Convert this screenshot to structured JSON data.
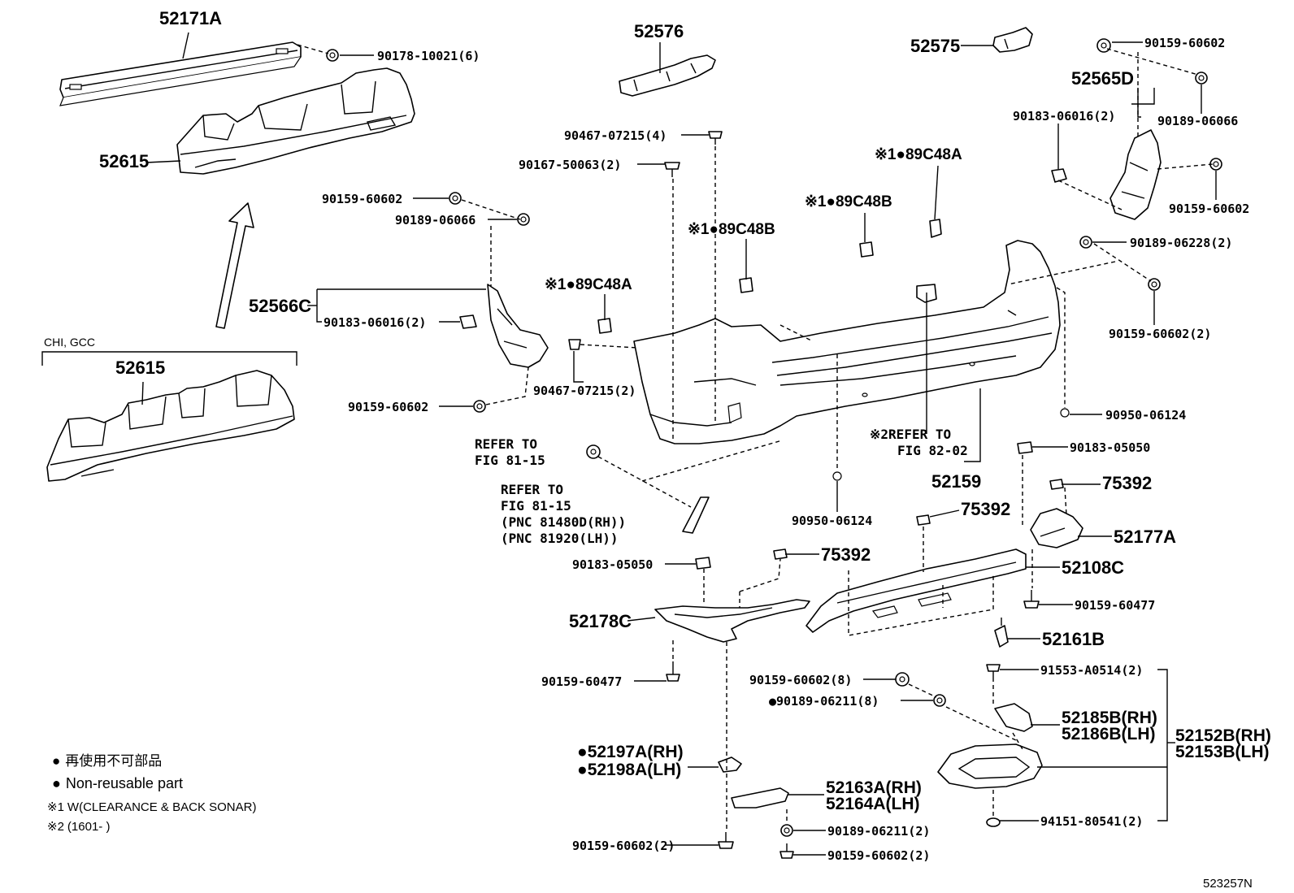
{
  "labels": {
    "p52171A": "52171A",
    "p90178": "90178-10021(6)",
    "p52615_top": "52615",
    "chi_gcc": "CHI, GCC",
    "p52615_chi": "52615",
    "p52576": "52576",
    "p52575": "52575",
    "p90159_tr": "90159-60602",
    "p52565D": "52565D",
    "p90183_tr": "90183-06016(2)",
    "p90189_tr": "90189-06066",
    "p90159_tr2": "90159-60602",
    "p90189_06228": "90189-06228(2)",
    "p90159_2_r": "90159-60602(2)",
    "p90467_top": "90467-07215(4)",
    "p90167": "90167-50063(2)",
    "p89C48A_top": "89C48A",
    "p89C48B_mid": "89C48B",
    "p89C48B_left": "89C48B",
    "p89C48A_left": "89C48A",
    "p90159_left": "90159-60602",
    "p90189_left": "90189-06066",
    "p52566C": "52566C",
    "p90183_left": "90183-06016(2)",
    "p90159_left2": "90159-60602",
    "p90467_mid": "90467-07215(2)",
    "p90950_r": "90950-06124",
    "refer_fig82_1": "REFER TO",
    "refer_fig82_2": "FIG 82-02",
    "p52159": "52159",
    "p90183_05050_r": "90183-05050",
    "p75392_r": "75392",
    "p52177A": "52177A",
    "refer1_1": "REFER TO",
    "refer1_2": "FIG 81-15",
    "refer2_1": "REFER TO",
    "refer2_2": "FIG 81-15",
    "refer2_3": "(PNC 81480D(RH))",
    "refer2_4": "(PNC 81920(LH))",
    "p90950_mid": "90950-06124",
    "p75392_mid": "75392",
    "p52108C": "52108C",
    "p90183_05050_l": "90183-05050",
    "p75392_left": "75392",
    "p90159_60477_r": "90159-60477",
    "p52178C": "52178C",
    "p52161B": "52161B",
    "p90159_60477_l": "90159-60477",
    "p90159_8": "90159-60602(8)",
    "p90189_8": "90189-06211(8)",
    "p91553": "91553-A0514(2)",
    "p52185B": "52185B(RH)",
    "p52186B": "52186B(LH)",
    "p52152B": "52152B(RH)",
    "p52153B": "52153B(LH)",
    "p52197A": "52197A(RH)",
    "p52198A": "52198A(LH)",
    "p52163A": "52163A(RH)",
    "p52164A": "52164A(LH)",
    "p90189_2_b": "90189-06211(2)",
    "p94151": "94151-80541(2)",
    "p90159_2_bl": "90159-60602(2)",
    "p90159_2_b": "90159-60602(2)",
    "fig_no": "523257N"
  },
  "marks": {
    "kome1": "※1",
    "kome2": "※2",
    "dot": "●"
  },
  "legend": {
    "jp": "再使用不可部品",
    "en": "Non-reusable part",
    "note1": "W(CLEARANCE & BACK SONAR)",
    "note2": "(1601-      )"
  }
}
